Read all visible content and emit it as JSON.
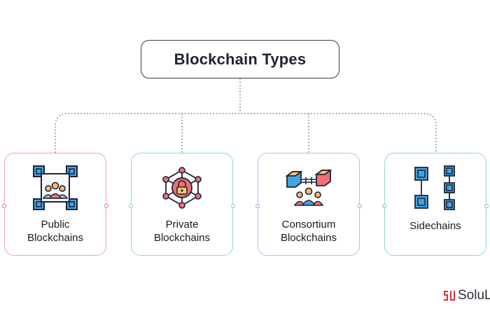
{
  "title": "Blockchain Types",
  "cards": [
    {
      "line1": "Public",
      "line2": "Blockchains",
      "icon": "public-network-icon",
      "border_color": "#f2a3a8",
      "dot_color": "#e07c86"
    },
    {
      "line1": "Private",
      "line2": "Blockchains",
      "icon": "private-lock-network-icon",
      "border_color": "#8fd8dc",
      "dot_color": "#7ccbd1"
    },
    {
      "line1": "Consortium",
      "line2": "Blockchains",
      "icon": "consortium-group-icon",
      "border_color": "#c6b6ee",
      "dot_color": "#a998df"
    },
    {
      "line1": "Sidechains",
      "line2": "",
      "icon": "sidechain-blocks-icon",
      "border_color": "#8fd8c4",
      "dot_color": "#6cc7ad"
    }
  ],
  "brand": {
    "text": "SoluL",
    "color": "#e0303b"
  }
}
